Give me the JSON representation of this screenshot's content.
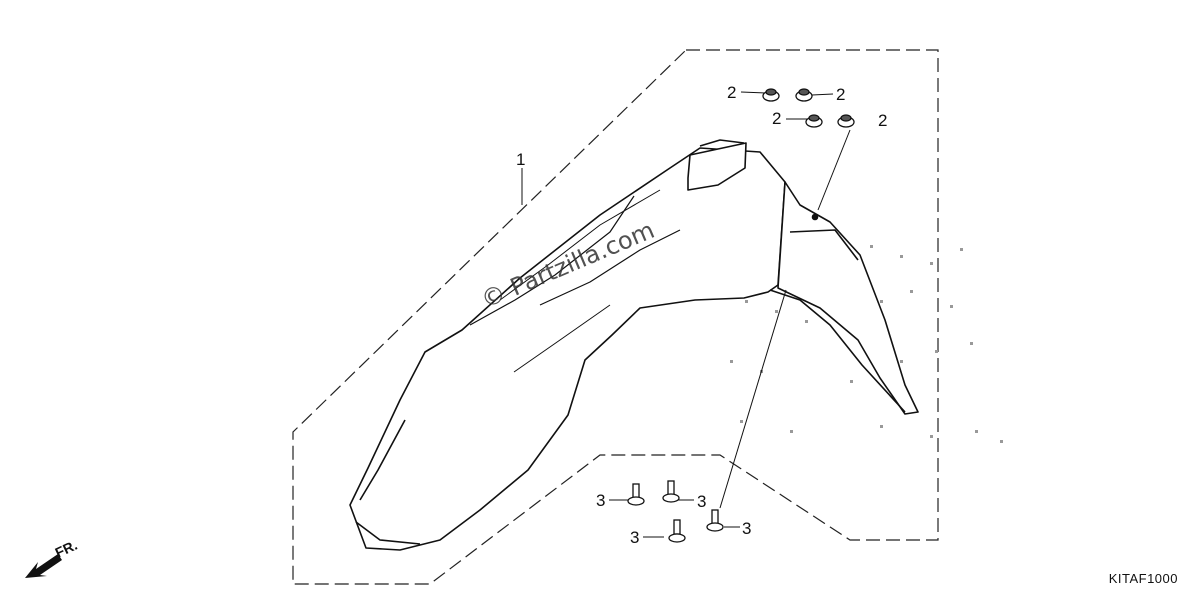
{
  "watermark": "© Partzilla.com",
  "diagram_code": "KITAF1000",
  "direction_label": "FR.",
  "callouts": {
    "fender": "1",
    "nuts": [
      "2",
      "2",
      "2",
      "2"
    ],
    "bolts": [
      "3",
      "3",
      "3",
      "3"
    ]
  },
  "colors": {
    "line": "#111111",
    "background": "#ffffff"
  }
}
